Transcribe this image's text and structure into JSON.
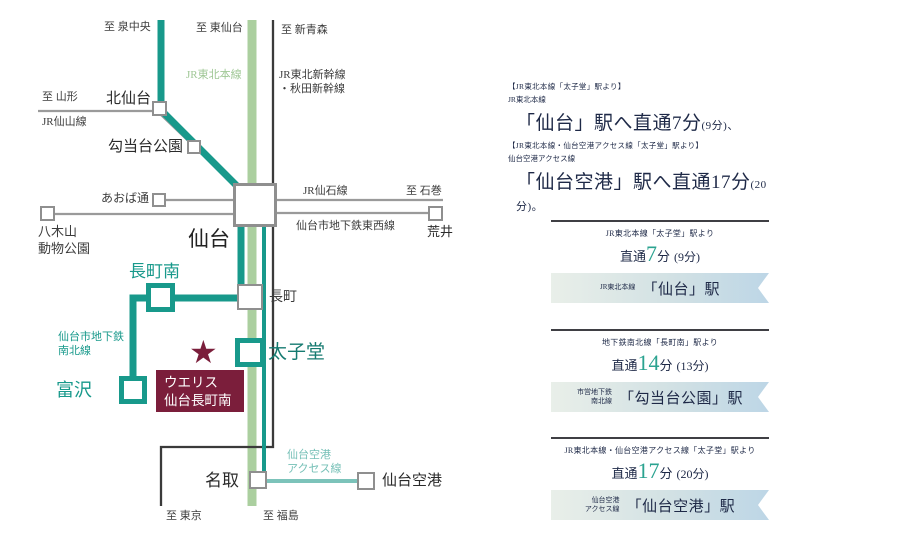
{
  "map": {
    "directions": {
      "izumi_chuo": "至 泉中央",
      "higashi_sendai": "至 東仙台",
      "shin_aomori": "至 新青森",
      "yamagata": "至 山形",
      "ishinomaki": "至 石巻",
      "tokyo": "至 東京",
      "fukushima": "至 福島"
    },
    "lines": {
      "jr_tohoku_honsen": "JR東北本線",
      "shinkansen_1": "JR東北新幹線",
      "shinkansen_2": "・秋田新幹線",
      "jr_senzan": "JR仙山線",
      "jr_senseki": "JR仙石線",
      "subway_tozai": "仙台市地下鉄東西線",
      "subway_namboku_1": "仙台市地下鉄",
      "subway_namboku_2": "南北線",
      "airport_access_1": "仙台空港",
      "airport_access_2": "アクセス線"
    },
    "stations": {
      "kita_sendai": "北仙台",
      "kotodai_koen": "勾当台公園",
      "aobadori": "あおば通",
      "yagiyama_1": "八木山",
      "yagiyama_2": "動物公園",
      "sendai": "仙台",
      "arai": "荒井",
      "nagamachi": "長町",
      "nagamachi_minami": "長町南",
      "taishido": "太子堂",
      "tomizawa": "富沢",
      "natori": "名取",
      "sendai_airport": "仙台空港"
    },
    "property": {
      "marker": "★",
      "name_1": "ウエリス",
      "name_2": "仙台長町南"
    }
  },
  "panel": {
    "header": {
      "caption_1": "【JR東北本線「太子堂」駅より】",
      "line_1": "JR東北本線",
      "main_1": "「仙台」駅へ直通7分",
      "paren_1": "(9分)、",
      "caption_2": "【JR東北本線・仙台空港アクセス線「太子堂」駅より】",
      "line_2": "仙台空港アクセス線",
      "main_2": "「仙台空港」駅へ直通17分",
      "paren_2": "(20分)。"
    },
    "cards": [
      {
        "route": "JR東北本線「太子堂」駅より",
        "prefix": "直通",
        "minutes": "7",
        "unit": "分",
        "paren": "(9分)",
        "line_1": "JR東北本線",
        "line_2": "",
        "station": "「仙台」駅"
      },
      {
        "route": "地下鉄南北線「長町南」駅より",
        "prefix": "直通",
        "minutes": "14",
        "unit": "分",
        "paren": "(13分)",
        "line_1": "市営地下鉄",
        "line_2": "南北線",
        "station": "「勾当台公園」駅"
      },
      {
        "route": "JR東北本線・仙台空港アクセス線「太子堂」駅より",
        "prefix": "直通",
        "minutes": "17",
        "unit": "分",
        "paren": "(20分)",
        "line_1": "仙台空港",
        "line_2": "アクセス線",
        "station": "「仙台空港」駅"
      }
    ]
  },
  "colors": {
    "teal": "#18998b",
    "light_green": "#abcf9f",
    "light_teal": "#7cc3ba",
    "gray": "#9a9a9a",
    "dark": "#3a3a3a",
    "maroon": "#7b1e3b",
    "navy": "#1e2947",
    "banner_gradient_left": "#e9efe9",
    "banner_gradient_right": "#bdd6e6"
  }
}
